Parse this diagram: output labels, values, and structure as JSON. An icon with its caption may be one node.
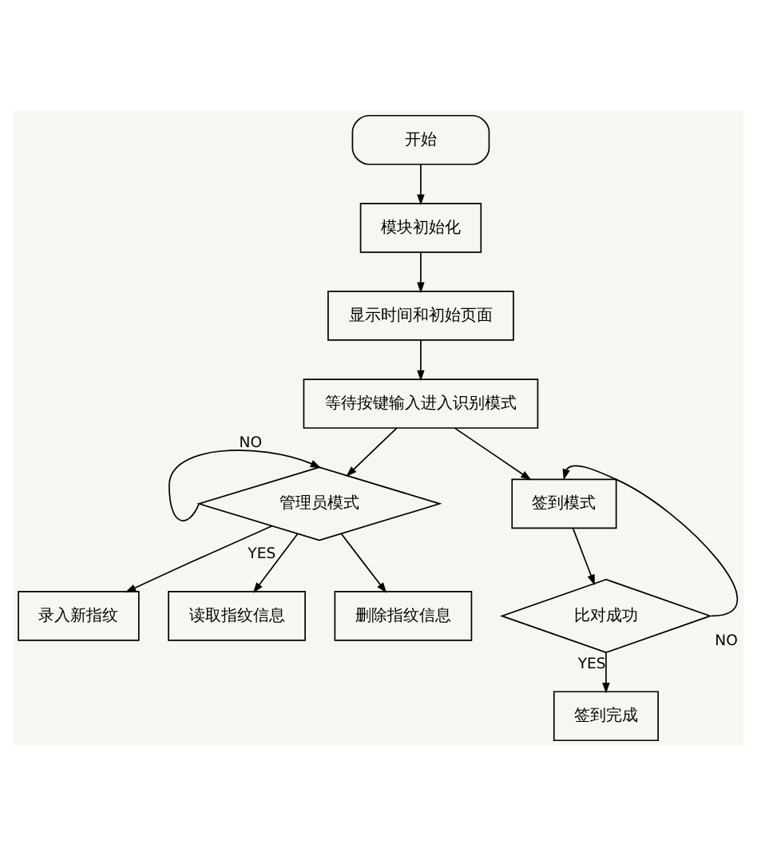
{
  "diagram": {
    "nodes": [
      {
        "text": [
          "开始"
        ]
      },
      {
        "text": [
          "模块初始化"
        ]
      },
      {
        "text": [
          "显示时间和初始页面"
        ]
      },
      {
        "text": [
          "等待按键输入进入识别模式"
        ]
      },
      {
        "text": [
          "管理员模式"
        ]
      },
      {
        "text": [
          "签到模式"
        ]
      },
      {
        "text": [
          "录入新指纹"
        ]
      },
      {
        "text": [
          "读取指纹信息"
        ]
      },
      {
        "text": [
          "删除指纹信息"
        ]
      },
      {
        "text": [
          "比对成功"
        ]
      },
      {
        "text": [
          "签到完成"
        ]
      }
    ],
    "edges": [
      {
        "from": 0,
        "to": 1,
        "arrow": "to"
      },
      {
        "from": 1,
        "to": 2,
        "arrow": "to"
      },
      {
        "from": 2,
        "to": 3,
        "arrow": "to"
      },
      {
        "from": 3,
        "to": 4,
        "arrow": "to"
      },
      {
        "from": 3,
        "to": 5,
        "arrow": "to"
      },
      {
        "from": 4,
        "to": 4,
        "arrow": "to",
        "label": "NO"
      },
      {
        "from": 4,
        "to": 6,
        "arrow": "to"
      },
      {
        "from": 4,
        "to": 7,
        "arrow": "to",
        "label": "YES"
      },
      {
        "from": 4,
        "to": 8,
        "arrow": "to"
      },
      {
        "from": 5,
        "to": 9,
        "arrow": "to"
      },
      {
        "from": 9,
        "to": 5,
        "arrow": "to",
        "label": "NO"
      },
      {
        "from": 9,
        "to": 10,
        "arrow": "to",
        "label": "YES"
      }
    ]
  }
}
